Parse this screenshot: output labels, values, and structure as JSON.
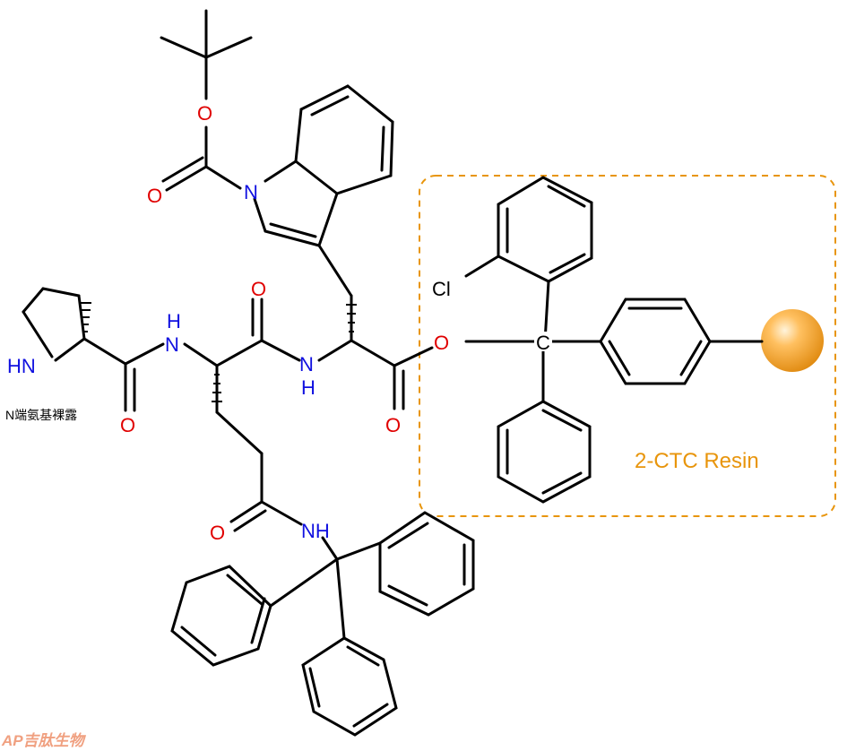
{
  "atoms": {
    "hn_pro": "HN",
    "o_pro_co": "O",
    "h_gln": "H",
    "n_gln": "N",
    "o_gln_co": "O",
    "n_trp": "N",
    "h_trp": "H",
    "o_trp_co": "O",
    "o_ester": "O",
    "c_trityl": "C",
    "cl": "Cl",
    "o_boc1": "O",
    "o_boc2": "O",
    "n_indole": "N",
    "o_gln_side": "O",
    "nh_trt": "NH"
  },
  "annotations": {
    "n_terminus": "N端氨基裸露",
    "resin": "2-CTC Resin",
    "watermark": "AP吉肽生物"
  },
  "colors": {
    "bond": "#000000",
    "nitrogen": "#1010e0",
    "oxygen": "#e00000",
    "resin": "#e8950c",
    "watermark": "#f0a080"
  }
}
